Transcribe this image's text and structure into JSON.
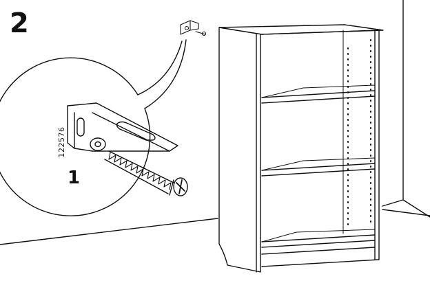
{
  "step": {
    "number": "2"
  },
  "detail": {
    "part_code": "122576",
    "quantity": "1"
  },
  "colors": {
    "line": "#111111",
    "background": "#ffffff"
  }
}
